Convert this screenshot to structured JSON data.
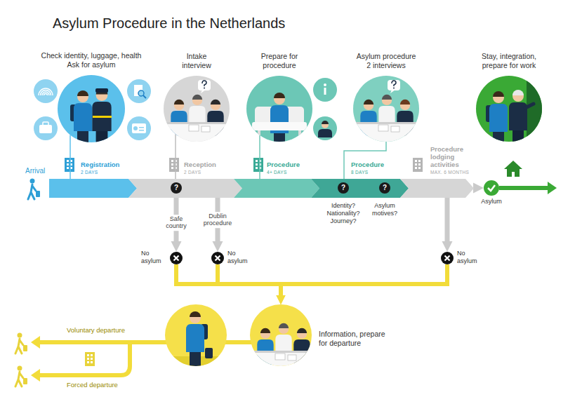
{
  "diagram": {
    "title": "Asylum Procedure in the Netherlands",
    "nodes": [
      {
        "text": [
          "Check identity, luggage, health",
          "Ask for asylum"
        ]
      },
      {
        "text": [
          "Intake interview"
        ]
      },
      {
        "text": [
          "Prepare for procedure"
        ]
      },
      {
        "text": [
          "Asylum procedure",
          "2 interviews"
        ]
      },
      {
        "text": [
          "Stay, integration, prepare for work"
        ]
      },
      {
        "text": [
          "Registration",
          "2 DAYS"
        ]
      },
      {
        "text": [
          "Reception",
          "2 DAYS"
        ]
      },
      {
        "text": [
          "Procedure",
          "4+ DAYS"
        ]
      },
      {
        "text": [
          "Procedure",
          "8 DAYS"
        ]
      },
      {
        "text": [
          "Procedure lodging activities",
          "MAX. 6 MONTHS"
        ]
      },
      {
        "text": [
          "?"
        ]
      },
      {
        "text": [
          "?",
          "Identity? Nationality? Journey?"
        ]
      },
      {
        "text": [
          "?",
          "Asylum motives?"
        ]
      },
      {
        "text": [
          "Asylum"
        ]
      },
      {
        "text": [
          "No asylum"
        ]
      },
      {
        "text": [
          "No asylum"
        ]
      },
      {
        "text": [
          "No asylum"
        ]
      },
      {
        "text": [
          "Information, prepare for departure"
        ]
      }
    ],
    "edges": [
      {
        "from": 0,
        "to": 5,
        "arrow": "none"
      },
      {
        "from": 1,
        "to": 6,
        "arrow": "none"
      },
      {
        "from": 2,
        "to": 7,
        "arrow": "none"
      },
      {
        "from": 3,
        "to": 8,
        "arrow": "none"
      },
      {
        "from": 10,
        "to": 14,
        "label": "Safe country",
        "arrow": "to"
      },
      {
        "from": 10,
        "to": 15,
        "label": "Dublin procedure",
        "arrow": "to"
      },
      {
        "from": 9,
        "to": 16,
        "arrow": "to"
      },
      {
        "from": 9,
        "to": 13,
        "arrow": "to"
      },
      {
        "from": 14,
        "to": 17,
        "arrow": "to"
      },
      {
        "from": 15,
        "to": 17,
        "arrow": "to"
      },
      {
        "from": 16,
        "to": 17,
        "arrow": "to"
      }
    ],
    "labels": [
      "Arrival",
      "Voluntary departure",
      "Forced departure"
    ]
  }
}
